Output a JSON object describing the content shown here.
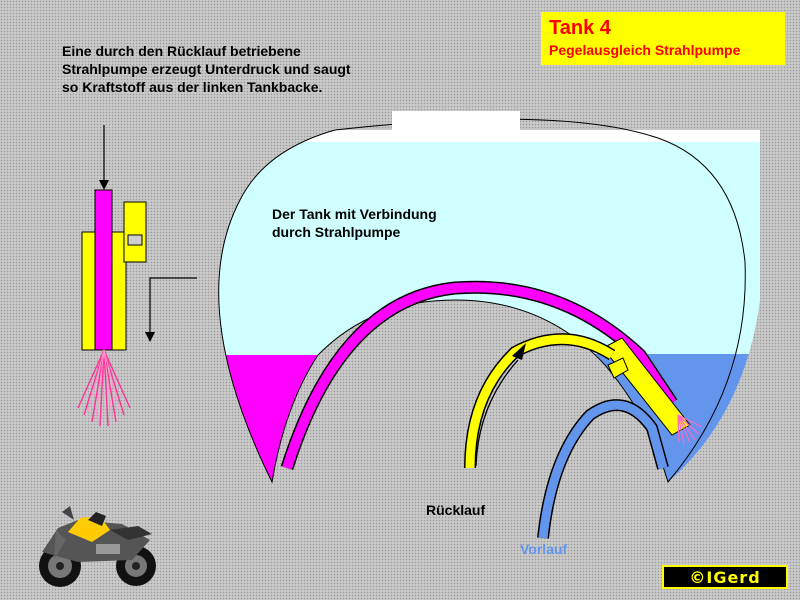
{
  "title": {
    "main": "Tank 4",
    "sub": "Pegelausgleich Strahlpumpe"
  },
  "description": "Eine durch den Rücklauf betriebene Strahlpumpe erzeugt Unterdruck und saugt so Kraftstoff aus der linken Tankbacke.",
  "tank_label": "Der Tank mit Verbindung durch Strahlpumpe",
  "labels": {
    "ruecklauf": "Rücklauf",
    "vorlauf": "Vorlauf"
  },
  "logo": {
    "text": "©IGerd"
  },
  "colors": {
    "fuel": "#cfffff",
    "left_fuel": "#ff00ff",
    "right_fuel": "#6495ed",
    "ruecklauf": "#ffff00",
    "vorlauf": "#6495ed",
    "title_bg": "#ffff00",
    "title_text": "#ff0000"
  }
}
